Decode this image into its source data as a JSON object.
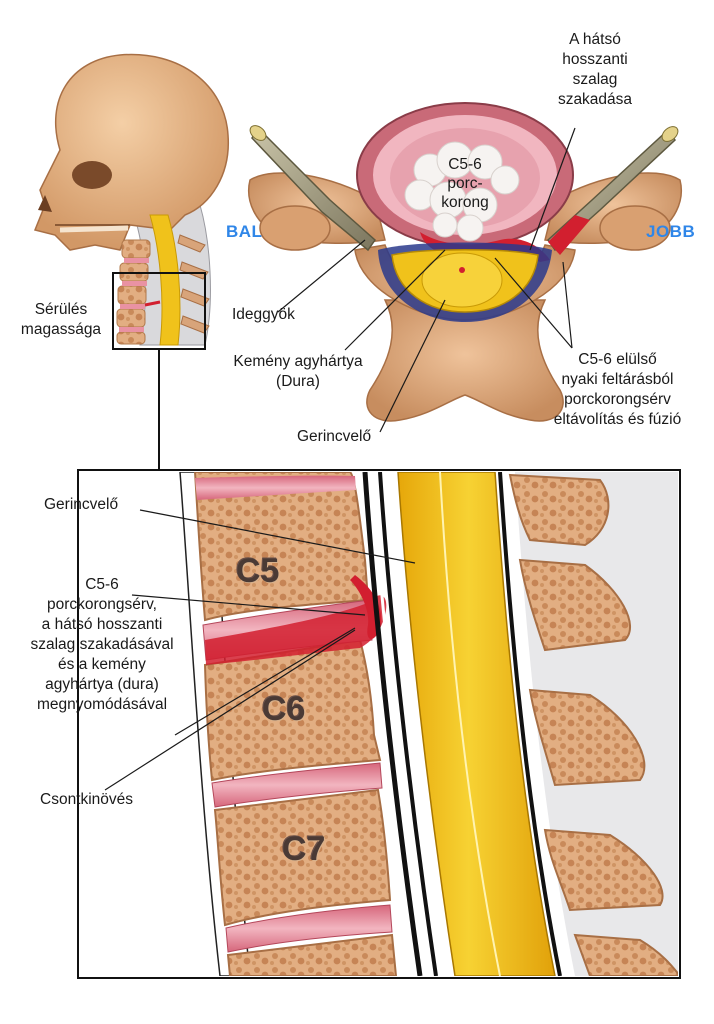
{
  "labels": {
    "posterior_ligament_tear": "A hátsó\nhosszanti\nszalag\nszakadása",
    "disc_c56": "C5-6\nporc-\nkorong",
    "left": "BAL",
    "right": "JOBB",
    "injury_level": "Sérülés\nmagassága",
    "nerve_root": "Ideggyök",
    "dura": "Kemény agyhártya\n(Dura)",
    "spinal_cord_top": "Gerincvelő",
    "surgery": "C5-6 elülső\nnyaki feltárásból\nporckorongsérv\neltávolítás és fúzió",
    "spinal_cord_bottom": "Gerincvelő",
    "herniation": "C5-6\nporckorongsérv,\na hátsó hosszanti\nszalag szakadásával\nés a kemény\nagyhártya (dura)\nmegnyomódásával",
    "bone_spur": "Csontkinövés",
    "vert_c5": "C5",
    "vert_c6": "C6",
    "vert_c7": "C7"
  },
  "colors": {
    "side_labels": "#2f86e8",
    "bone": "#e6b488",
    "disc": "#e78ea0",
    "spinal_cord": "#f3c21b",
    "hemorrhage": "#d21f2f"
  }
}
